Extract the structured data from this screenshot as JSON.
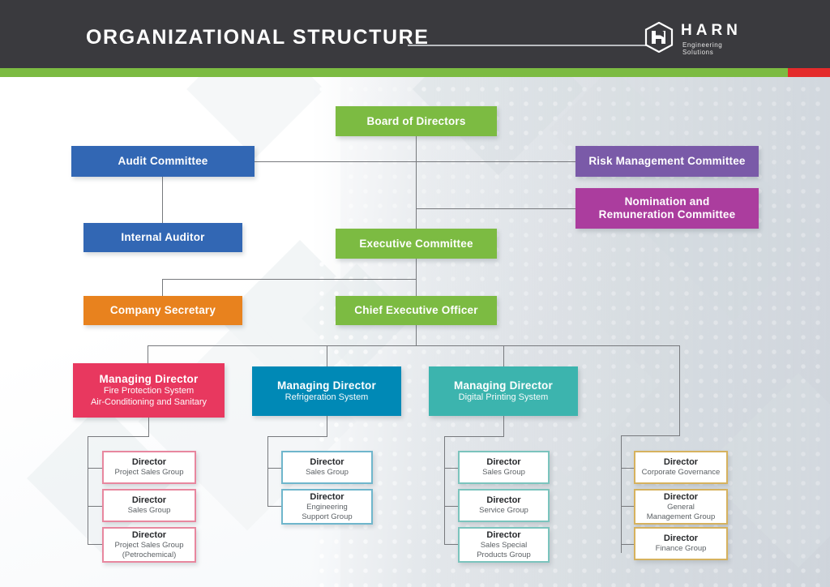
{
  "header": {
    "title": "ORGANIZATIONAL STRUCTURE",
    "logo_name": "HARN",
    "logo_tagline": "Engineering Solutions",
    "logo_icon": "harn-hexagon-logo",
    "rule_icon": "horizontal-rule"
  },
  "colors": {
    "header_bg": "#3a3a3e",
    "accent_green": "#7cbb42",
    "accent_red": "#e42b2b",
    "green": "#7cbb42",
    "blue": "#3267b4",
    "purple": "#7a5aa8",
    "magenta": "#ab3d9e",
    "orange": "#e8821e",
    "crimson": "#e8385f",
    "cyan": "#0089b6",
    "teal": "#3cb4ae",
    "gold": "#d6b25e",
    "line": "#77797d"
  },
  "chart": {
    "title": "Organizational Structure Chart",
    "nodes": [
      {
        "id": "board",
        "label": "Board of Directors",
        "sublabel": "",
        "color": "green",
        "level": 1
      },
      {
        "id": "audit",
        "label": "Audit Committee",
        "sublabel": "",
        "color": "blue",
        "level": 2
      },
      {
        "id": "risk",
        "label": "Risk Management Committee",
        "sublabel": "",
        "color": "purple",
        "level": 2
      },
      {
        "id": "nomination",
        "label": "Nomination and\nRemuneration Committee",
        "sublabel": "",
        "color": "magenta",
        "level": 2
      },
      {
        "id": "auditor",
        "label": "Internal Auditor",
        "sublabel": "",
        "color": "blue",
        "level": 3
      },
      {
        "id": "exec",
        "label": "Executive Committee",
        "sublabel": "",
        "color": "green",
        "level": 3
      },
      {
        "id": "secretary",
        "label": "Company Secretary",
        "sublabel": "",
        "color": "orange",
        "level": 4
      },
      {
        "id": "ceo",
        "label": "Chief Executive Officer",
        "sublabel": "",
        "color": "green",
        "level": 4
      },
      {
        "id": "md1",
        "label": "Managing Director",
        "sublabel": "Fire Protection System\nAir-Conditioning and Sanitary",
        "color": "crimson",
        "level": 5
      },
      {
        "id": "md2",
        "label": "Managing Director",
        "sublabel": "Refrigeration System",
        "color": "cyan",
        "level": 5
      },
      {
        "id": "md3",
        "label": "Managing Director",
        "sublabel": "Digital Printing System",
        "color": "teal",
        "level": 5
      }
    ],
    "directors": {
      "md1_children": [
        {
          "title": "Director",
          "group": "Project Sales Group"
        },
        {
          "title": "Director",
          "group": "Sales Group"
        },
        {
          "title": "Director",
          "group": "Project Sales Group\n(Petrochemical)"
        }
      ],
      "md2_children": [
        {
          "title": "Director",
          "group": "Sales Group"
        },
        {
          "title": "Director",
          "group": "Engineering\nSupport Group"
        }
      ],
      "md3_children": [
        {
          "title": "Director",
          "group": "Sales Group"
        },
        {
          "title": "Director",
          "group": "Service Group"
        },
        {
          "title": "Director",
          "group": "Sales Special\nProducts Group"
        }
      ],
      "ceo_children": [
        {
          "title": "Director",
          "group": "Corporate Governance"
        },
        {
          "title": "Director",
          "group": "General\nManagement Group"
        },
        {
          "title": "Director",
          "group": "Finance Group"
        }
      ]
    }
  }
}
